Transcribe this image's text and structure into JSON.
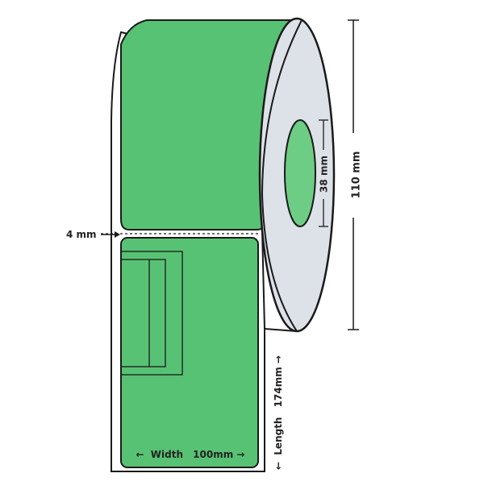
{
  "colors": {
    "label_green": "#58c274",
    "core_hole_green": "#6dcd85",
    "roll_side_gray": "#dde1e8",
    "outline": "#1a1a1a"
  },
  "dimensions": {
    "height_label": "110 mm",
    "core_label": "38 mm",
    "gap_label": "4 mm",
    "width_label": "Width",
    "width_value": "100mm",
    "length_label": "Length",
    "length_value": "174mm"
  },
  "arrows": {
    "left": "←",
    "right": "→"
  }
}
